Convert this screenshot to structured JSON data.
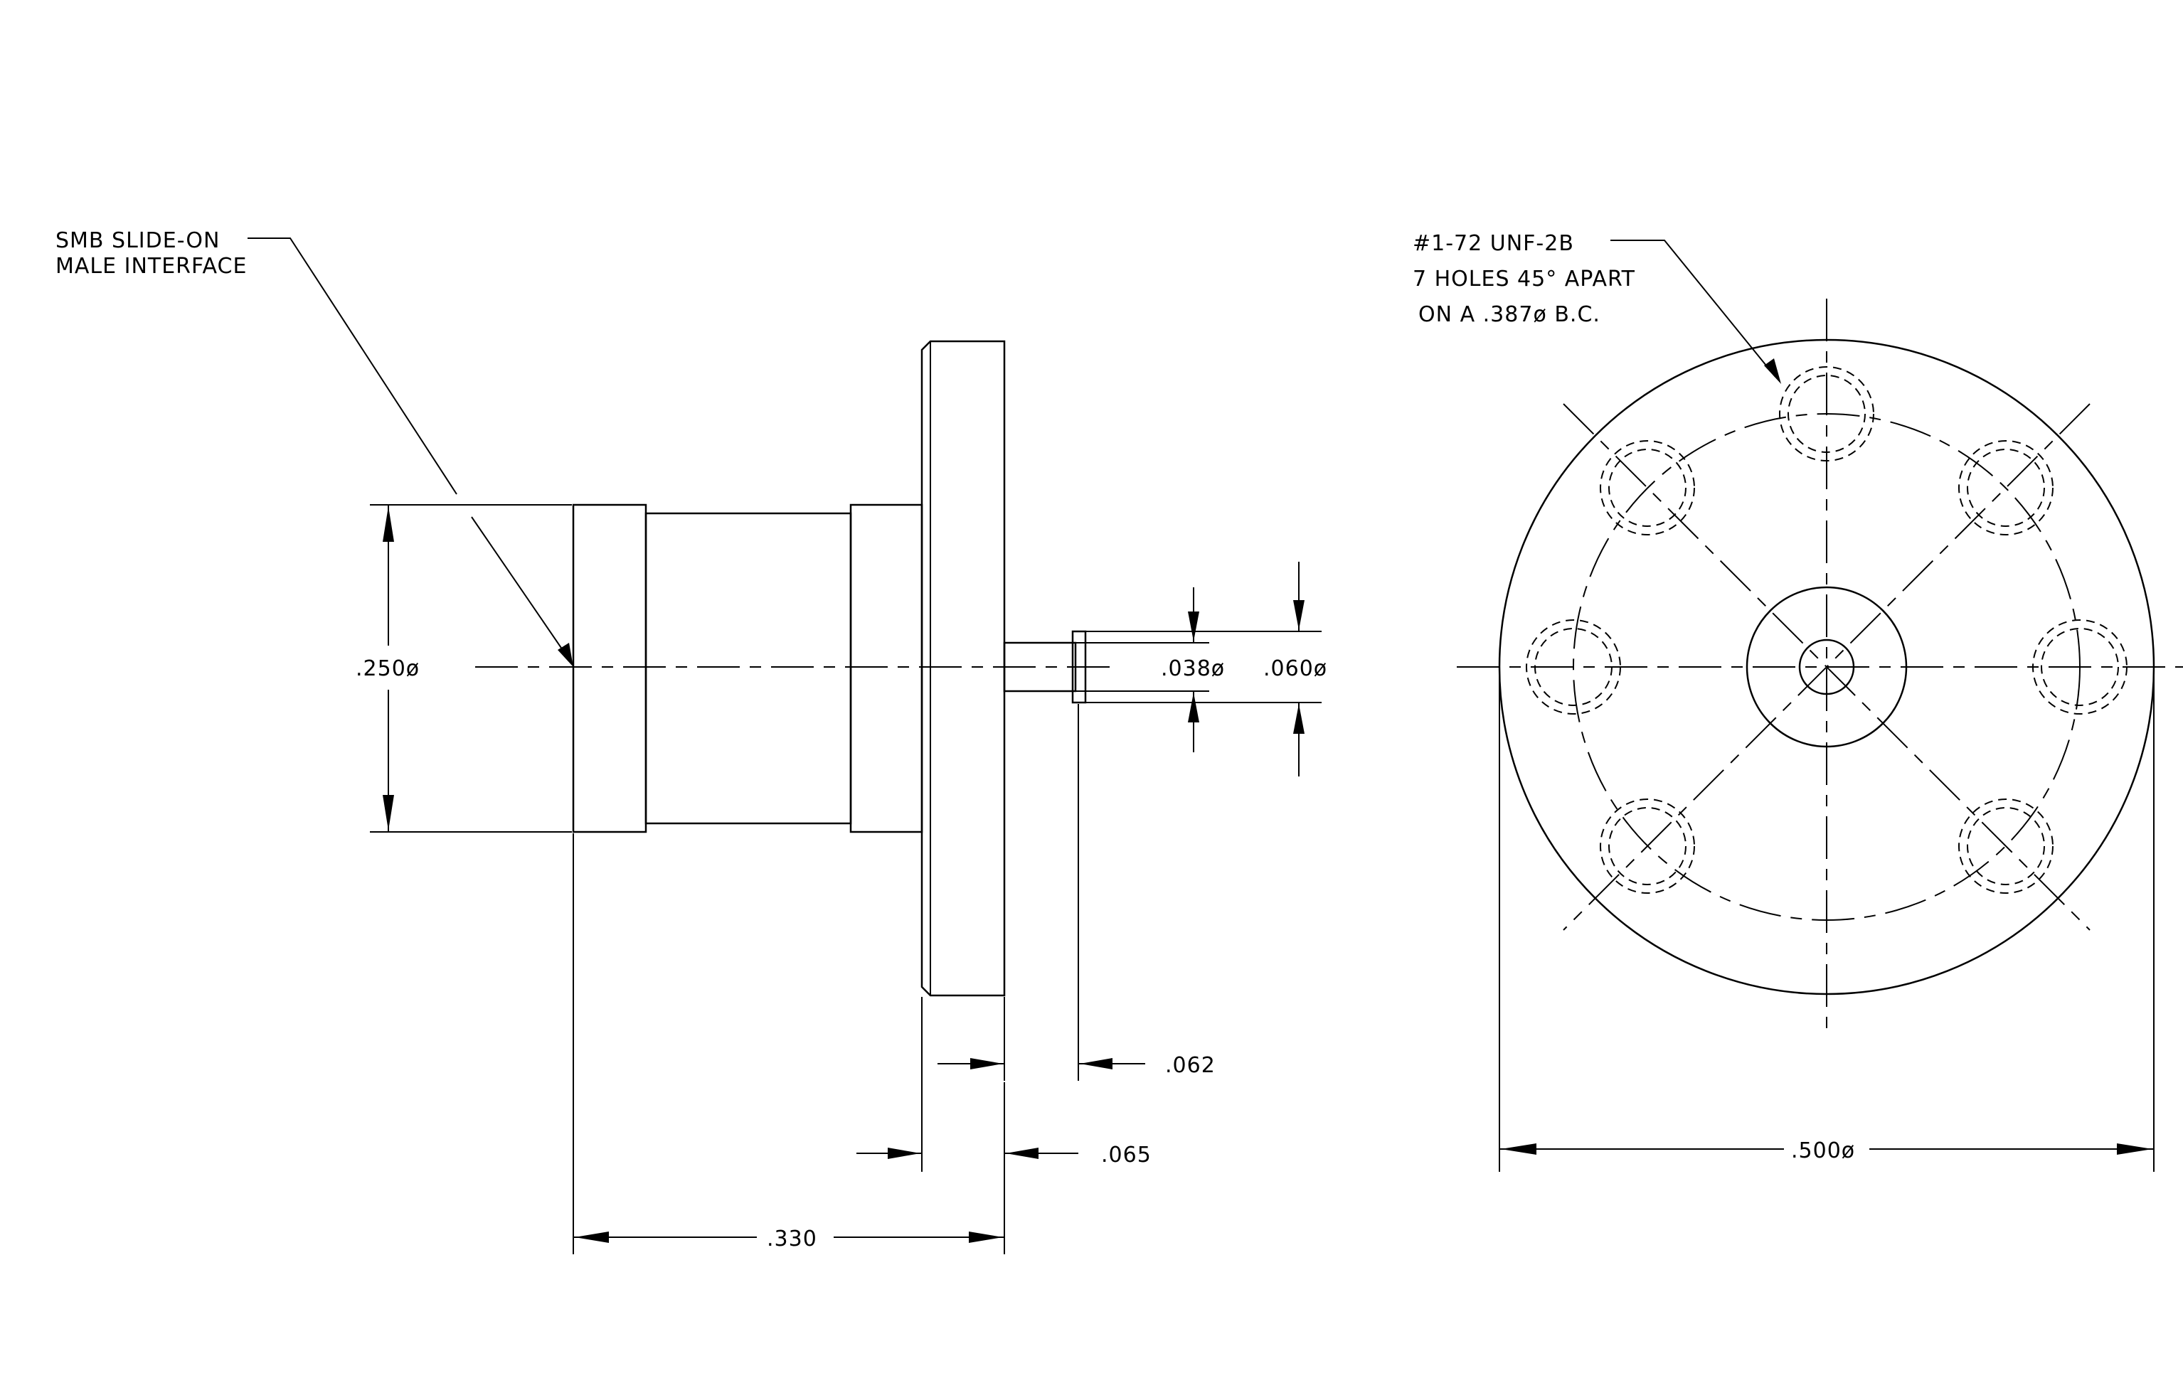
{
  "drawing": {
    "callouts": {
      "interface_line1": "SMB SLIDE-ON",
      "interface_line2": "MALE INTERFACE",
      "holes_line1": "#1-72 UNF-2B",
      "holes_line2": "7 HOLES 45° APART",
      "holes_line3": "ON A .387ø B.C."
    },
    "dimensions": {
      "body_diameter": ".250ø",
      "pin_diameter": ".038ø",
      "shoulder_diameter": ".060ø",
      "pin_shoulder_length": ".062",
      "flange_thickness": ".065",
      "overall_length": ".330",
      "flange_diameter": ".500ø"
    },
    "colors": {
      "line": "#000000",
      "background": "#ffffff"
    }
  }
}
